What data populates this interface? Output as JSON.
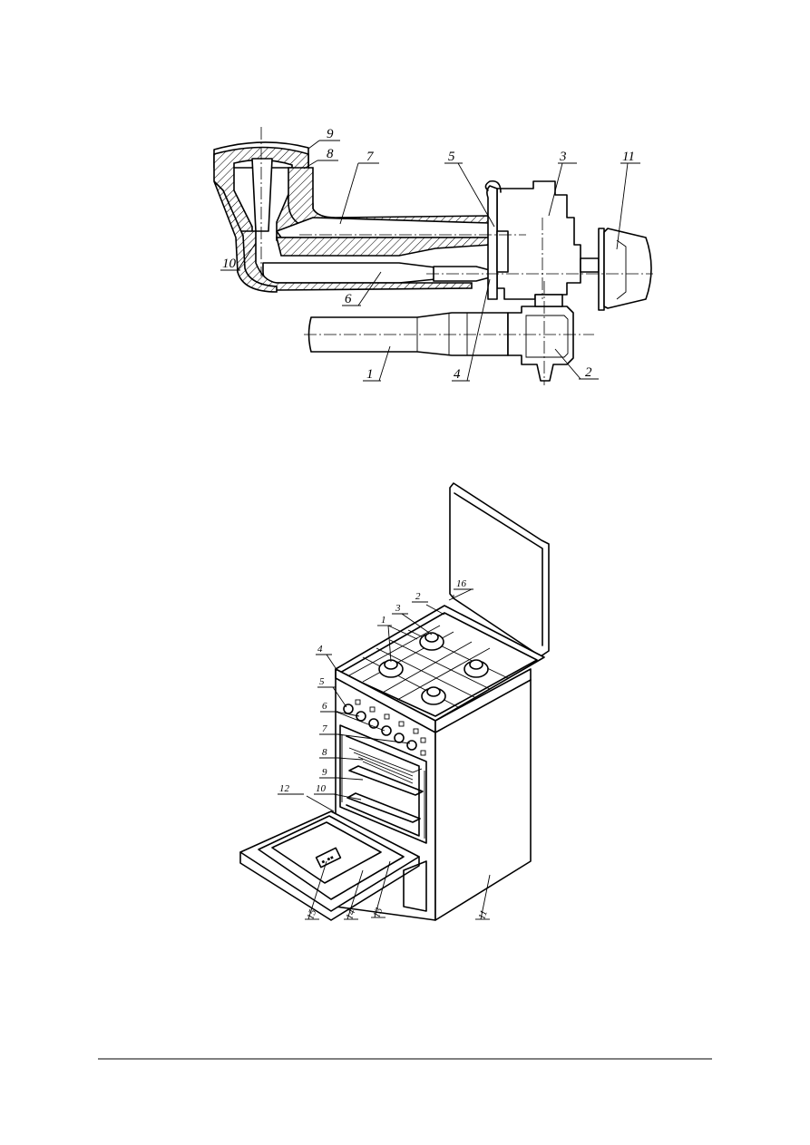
{
  "figure_top": {
    "labels": [
      "1",
      "2",
      "3",
      "4",
      "5",
      "6",
      "7",
      "8",
      "9",
      "10",
      "11"
    ]
  },
  "figure_bottom": {
    "labels": [
      "1",
      "2",
      "3",
      "4",
      "5",
      "6",
      "7",
      "8",
      "9",
      "10",
      "11",
      "12",
      "13",
      "14",
      "15",
      "16"
    ]
  },
  "colors": {
    "ink": "#000000",
    "paper": "#ffffff"
  }
}
